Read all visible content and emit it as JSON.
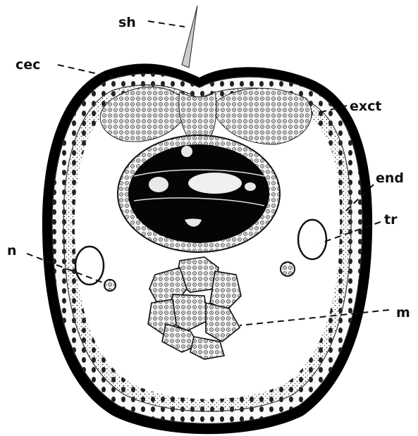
{
  "figure": {
    "labels": {
      "sh": "sh",
      "cec": "cec",
      "exct": "exct",
      "end": "end",
      "tr": "tr",
      "n": "n",
      "m": "m"
    }
  }
}
